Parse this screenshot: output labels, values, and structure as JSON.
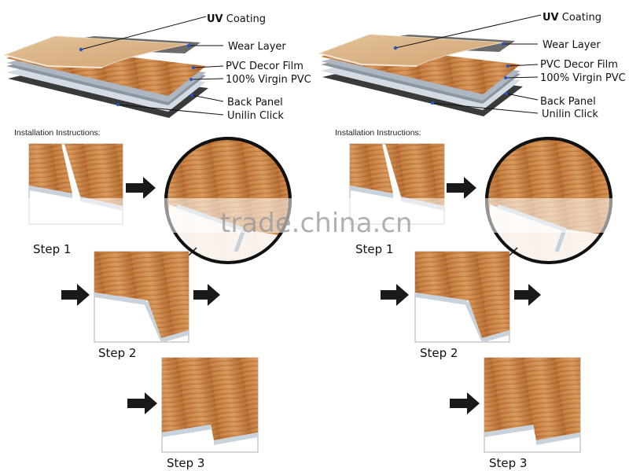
{
  "layer_labels": {
    "uv_prefix": "UV",
    "uv_rest": " Coating",
    "wear": "Wear Layer",
    "decor": "PVC Decor Film",
    "virgin": "100% Virgin PVC",
    "back": "Back Panel",
    "click": "Unilin Click"
  },
  "install_title": "Installation Instructions:",
  "steps": {
    "step1": "Step 1",
    "step2": "Step 2",
    "step3": "Step 3"
  },
  "watermark": "trade.china.cn",
  "colors": {
    "wood_light": "#d9a56e",
    "wood_dark": "#b46a2e",
    "core_gray": "#9aa3ad",
    "back_dark": "#3d3d3d",
    "arrow": "#1a1a1a",
    "dot": "#2255cc"
  }
}
